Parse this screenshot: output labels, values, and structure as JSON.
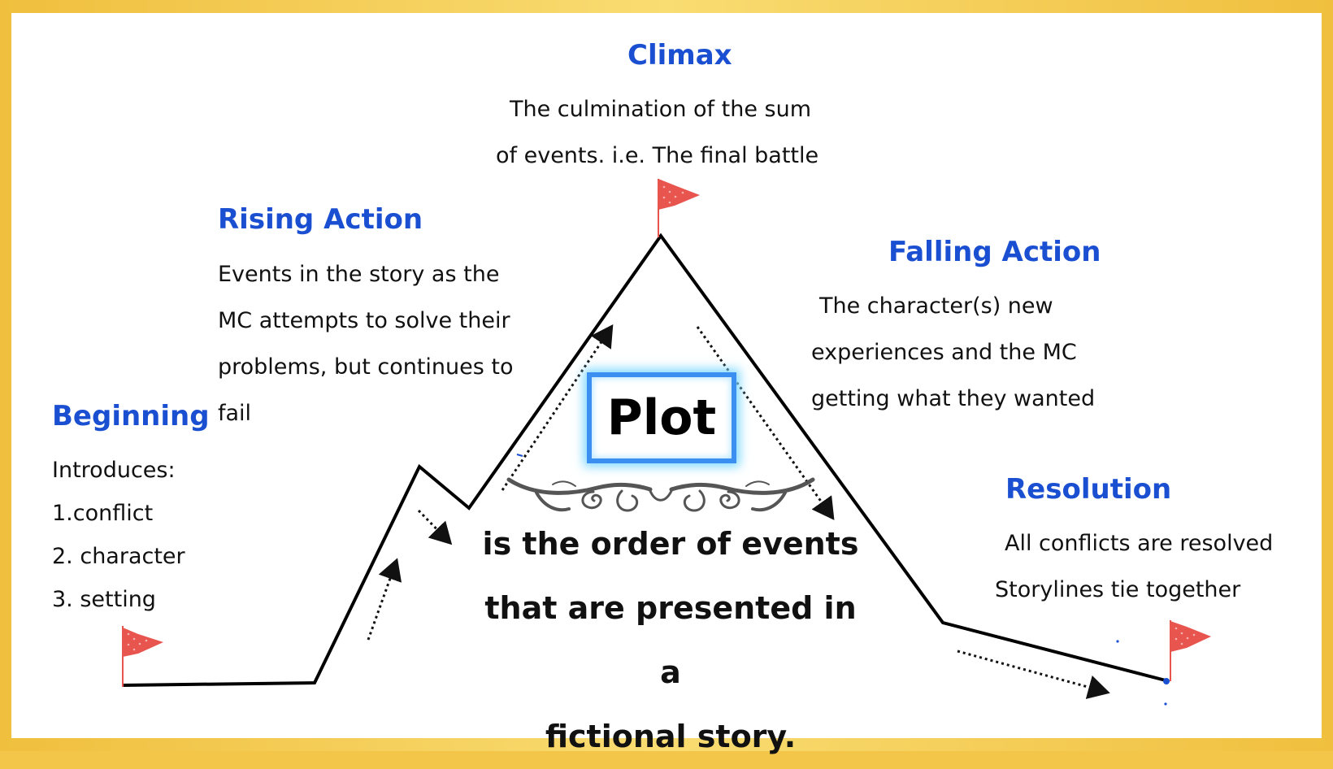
{
  "colors": {
    "heading": "#1b4fd1",
    "text": "#111111",
    "frame": "#f3c64a",
    "flag": "#e8544e",
    "plot_box_border": "#3a8ff0"
  },
  "title": "Plot",
  "definition_lines": [
    "is the order of events",
    "that are presented in a",
    "fictional story."
  ],
  "sections": {
    "climax": {
      "heading": "Climax",
      "lines": [
        "The culmination of the sum",
        "of events. i.e. The final battle"
      ]
    },
    "rising": {
      "heading": "Rising Action",
      "lines": [
        "Events in the story as the",
        "MC attempts to solve their",
        "problems, but continues to",
        "fail"
      ]
    },
    "falling": {
      "heading": "Falling Action",
      "lines": [
        "The character(s) new",
        "experiences and the MC",
        "getting what they wanted"
      ]
    },
    "beginning": {
      "heading": "Beginning",
      "lines": [
        "Introduces:",
        "1.conflict",
        "2. character",
        "3. setting"
      ]
    },
    "resolution": {
      "heading": "Resolution",
      "lines": [
        "All conflicts are resolved",
        "Storylines tie together"
      ]
    }
  },
  "icons": [
    "flag-icon",
    "dotted-arrow-icon",
    "swirl-ornament-icon"
  ]
}
